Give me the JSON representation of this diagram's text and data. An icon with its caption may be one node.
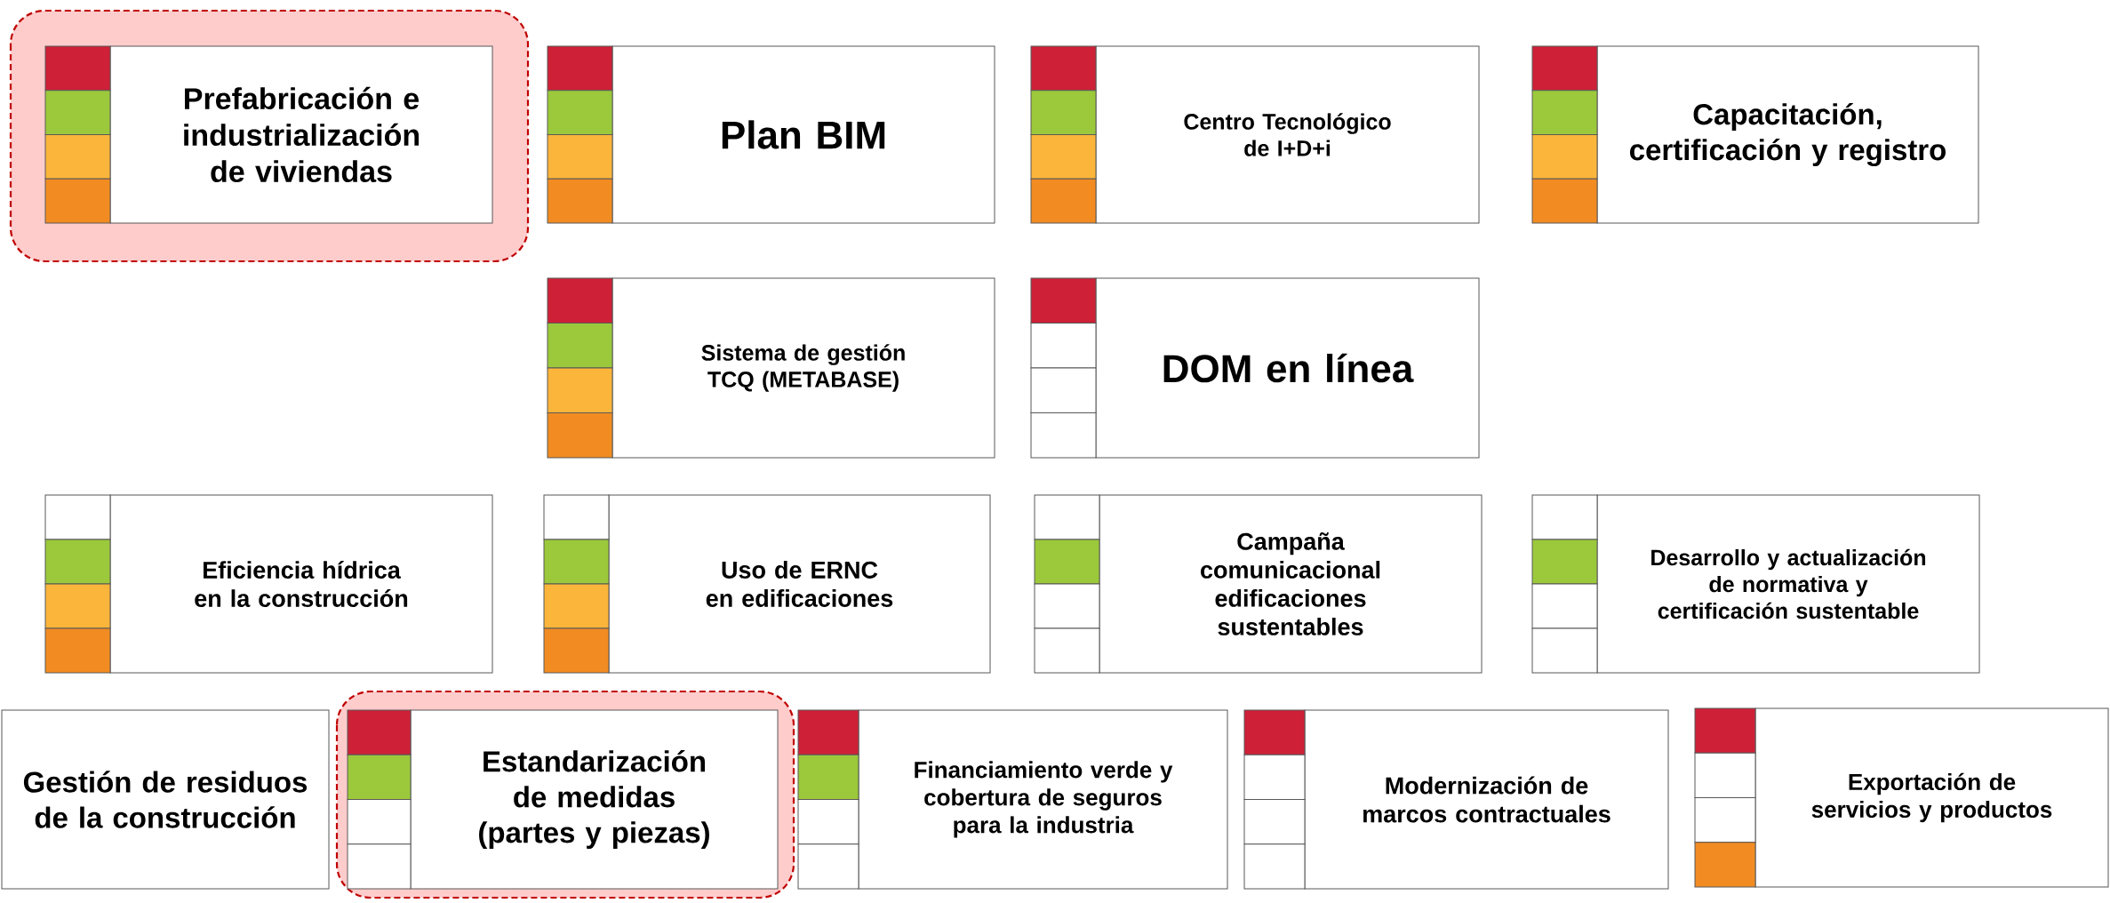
{
  "diagram": {
    "nodes": [
      {
        "text": [
          "Prefabricación e industrialización de viviendas"
        ]
      },
      {
        "text": [
          "Plan BIM"
        ]
      },
      {
        "text": [
          "Centro Tecnológico de I+D+i"
        ]
      },
      {
        "text": [
          "Capacitación, certificación y registro"
        ]
      },
      {
        "text": [
          "Sistema de gestión TCQ (METABASE)"
        ]
      },
      {
        "text": [
          "DOM en línea"
        ]
      },
      {
        "text": [
          "Eficiencia hídrica en la construcción"
        ]
      },
      {
        "text": [
          "Uso de ERNC en edificaciones"
        ]
      },
      {
        "text": [
          "Campaña comunicacional edificaciones sustentables"
        ]
      },
      {
        "text": [
          "Desarrollo y actualización de normativa y certificación sustentable"
        ]
      },
      {
        "text": [
          "Gestión de residuos de la construcción"
        ]
      },
      {
        "text": [
          "Estandarización de medidas (partes y piezas)"
        ]
      },
      {
        "text": [
          "Financiamiento verde y cobertura de seguros para la industria"
        ]
      },
      {
        "text": [
          "Modernización de marcos contractuales"
        ]
      },
      {
        "text": [
          "Exportación de servicios y productos"
        ]
      }
    ]
  }
}
